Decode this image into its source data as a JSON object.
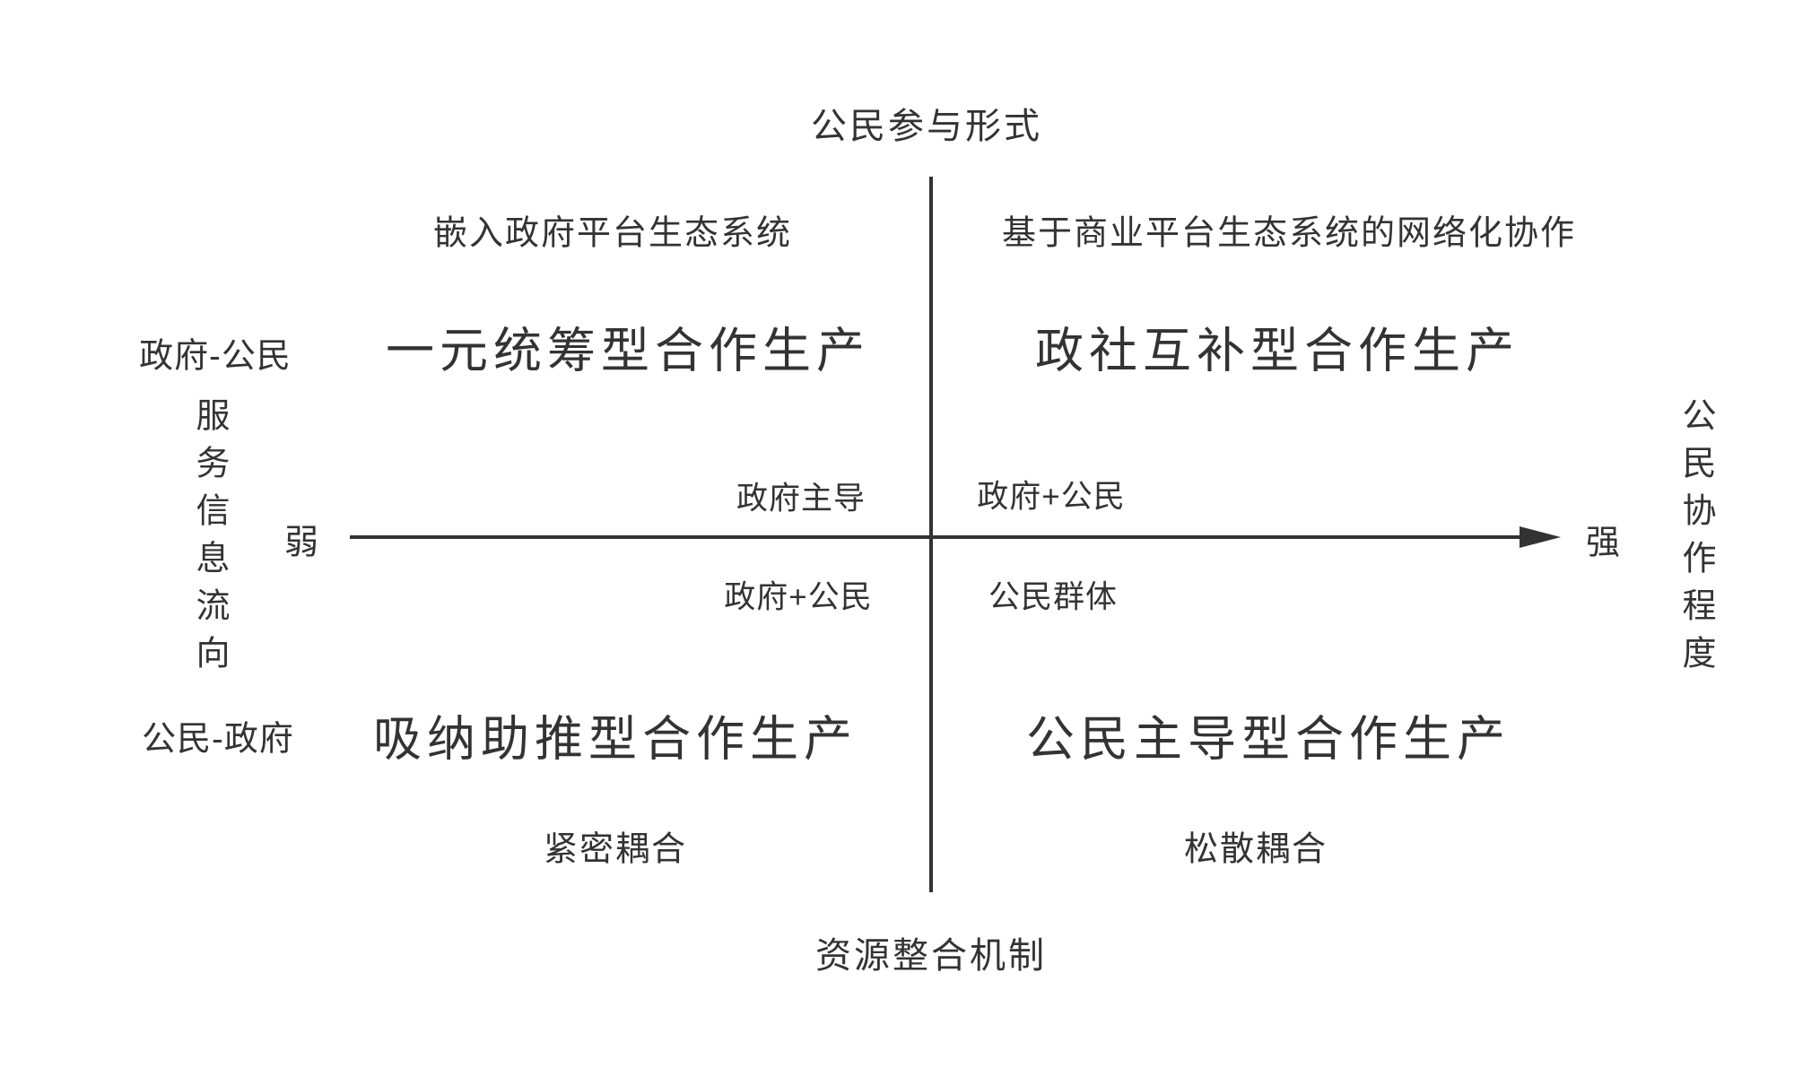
{
  "diagram": {
    "top_axis_title": "公民参与形式",
    "bottom_axis_title": "资源整合机制",
    "right_axis_title": "公民协作程度",
    "x_min_label": "弱",
    "x_max_label": "强",
    "left_axis": {
      "top_direction": "政府-公民",
      "axis_label": "服务信息流向",
      "bottom_direction": "公民-政府"
    },
    "quadrants": {
      "top_left": {
        "subtitle": "嵌入政府平台生态系统",
        "title": "一元统筹型合作生产"
      },
      "top_right": {
        "subtitle": "基于商业平台生态系统的网络化协作",
        "title": "政社互补型合作生产"
      },
      "bottom_left": {
        "title": "吸纳助推型合作生产",
        "coupling": "紧密耦合"
      },
      "bottom_right": {
        "title": "公民主导型合作生产",
        "coupling": "松散耦合"
      }
    },
    "center_labels": {
      "upper_left": "政府主导",
      "upper_right": "政府+公民",
      "lower_left": "政府+公民",
      "lower_right": "公民群体"
    },
    "colors": {
      "ink": "#333333",
      "background": "#ffffff"
    }
  }
}
